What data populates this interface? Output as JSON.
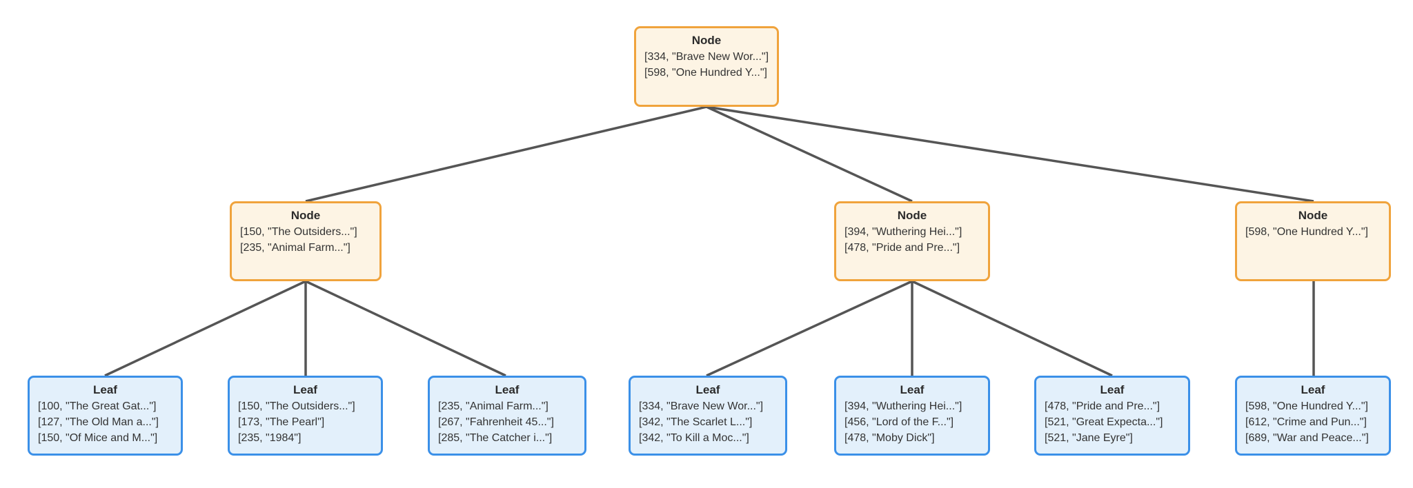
{
  "diagram": {
    "type": "b-plus-tree",
    "colors": {
      "node_border": "#f0a33c",
      "node_fill": "#fdf4e4",
      "leaf_border": "#3b90e8",
      "leaf_fill": "#e3f0fb",
      "edge": "#555555",
      "background": "#ffffff"
    },
    "root": {
      "title": "Node",
      "entries": [
        "[334, \"Brave New Wor...\"]",
        "[598, \"One Hundred Y...\"]"
      ]
    },
    "internal_nodes": [
      {
        "title": "Node",
        "entries": [
          "[150, \"The Outsiders...\"]",
          "[235, \"Animal Farm...\"]"
        ]
      },
      {
        "title": "Node",
        "entries": [
          "[394, \"Wuthering Hei...\"]",
          "[478, \"Pride and Pre...\"]"
        ]
      },
      {
        "title": "Node",
        "entries": [
          "[598, \"One Hundred Y...\"]"
        ]
      }
    ],
    "leaves": [
      {
        "title": "Leaf",
        "entries": [
          "[100, \"The Great Gat...\"]",
          "[127, \"The Old Man a...\"]",
          "[150, \"Of Mice and M...\"]"
        ]
      },
      {
        "title": "Leaf",
        "entries": [
          "[150, \"The Outsiders...\"]",
          "[173, \"The Pearl\"]",
          "[235, \"1984\"]"
        ]
      },
      {
        "title": "Leaf",
        "entries": [
          "[235, \"Animal Farm...\"]",
          "[267, \"Fahrenheit 45...\"]",
          "[285, \"The Catcher i...\"]"
        ]
      },
      {
        "title": "Leaf",
        "entries": [
          "[334, \"Brave New Wor...\"]",
          "[342, \"The Scarlet L...\"]",
          "[342, \"To Kill a Moc...\"]"
        ]
      },
      {
        "title": "Leaf",
        "entries": [
          "[394, \"Wuthering Hei...\"]",
          "[456, \"Lord of the F...\"]",
          "[478, \"Moby Dick\"]"
        ]
      },
      {
        "title": "Leaf",
        "entries": [
          "[478, \"Pride and Pre...\"]",
          "[521, \"Great Expecta...\"]",
          "[521, \"Jane Eyre\"]"
        ]
      },
      {
        "title": "Leaf",
        "entries": [
          "[598, \"One Hundred Y...\"]",
          "[612, \"Crime and Pun...\"]",
          "[689, \"War and Peace...\"]"
        ]
      }
    ]
  }
}
